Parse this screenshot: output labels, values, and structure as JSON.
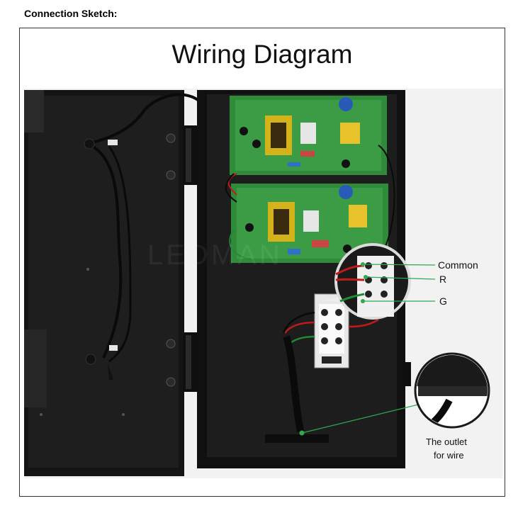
{
  "heading": "Connection Sketch:",
  "title": "Wiring Diagram",
  "watermark": "LEDMAN",
  "callouts": {
    "common": "Common",
    "r": "R",
    "g": "G",
    "outlet_line1": "The outlet",
    "outlet_line2": "for wire"
  },
  "colors": {
    "enclosure": "#1b1b1b",
    "pcb": "#2f8a3a",
    "leader_line": "#2fa84f",
    "wire_red": "#c21a1a",
    "wire_green": "#1f8a34"
  }
}
